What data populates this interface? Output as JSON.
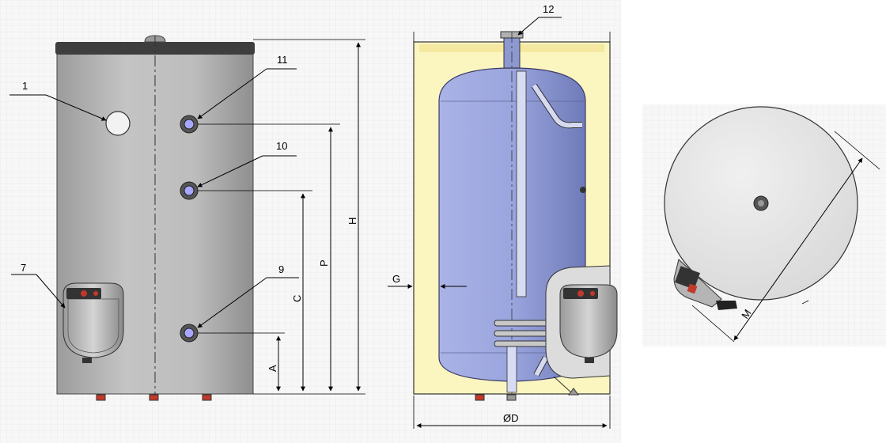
{
  "diagram": {
    "callouts": {
      "c1": "1",
      "c7": "7",
      "c9": "9",
      "c10": "10",
      "c11": "11",
      "c12": "12"
    },
    "dimensions": {
      "A": "A",
      "C": "C",
      "P": "P",
      "H": "H",
      "G": "G",
      "D": "ØD",
      "M": "M"
    }
  },
  "colors": {
    "background_grid": "#f4f4f4",
    "tank_body": "#b9b9b9",
    "tank_cap": "#404040",
    "insulation": "#fbf5c0",
    "inner_tank": "#8e9bd2",
    "top_disc": "#e8e8e8"
  }
}
